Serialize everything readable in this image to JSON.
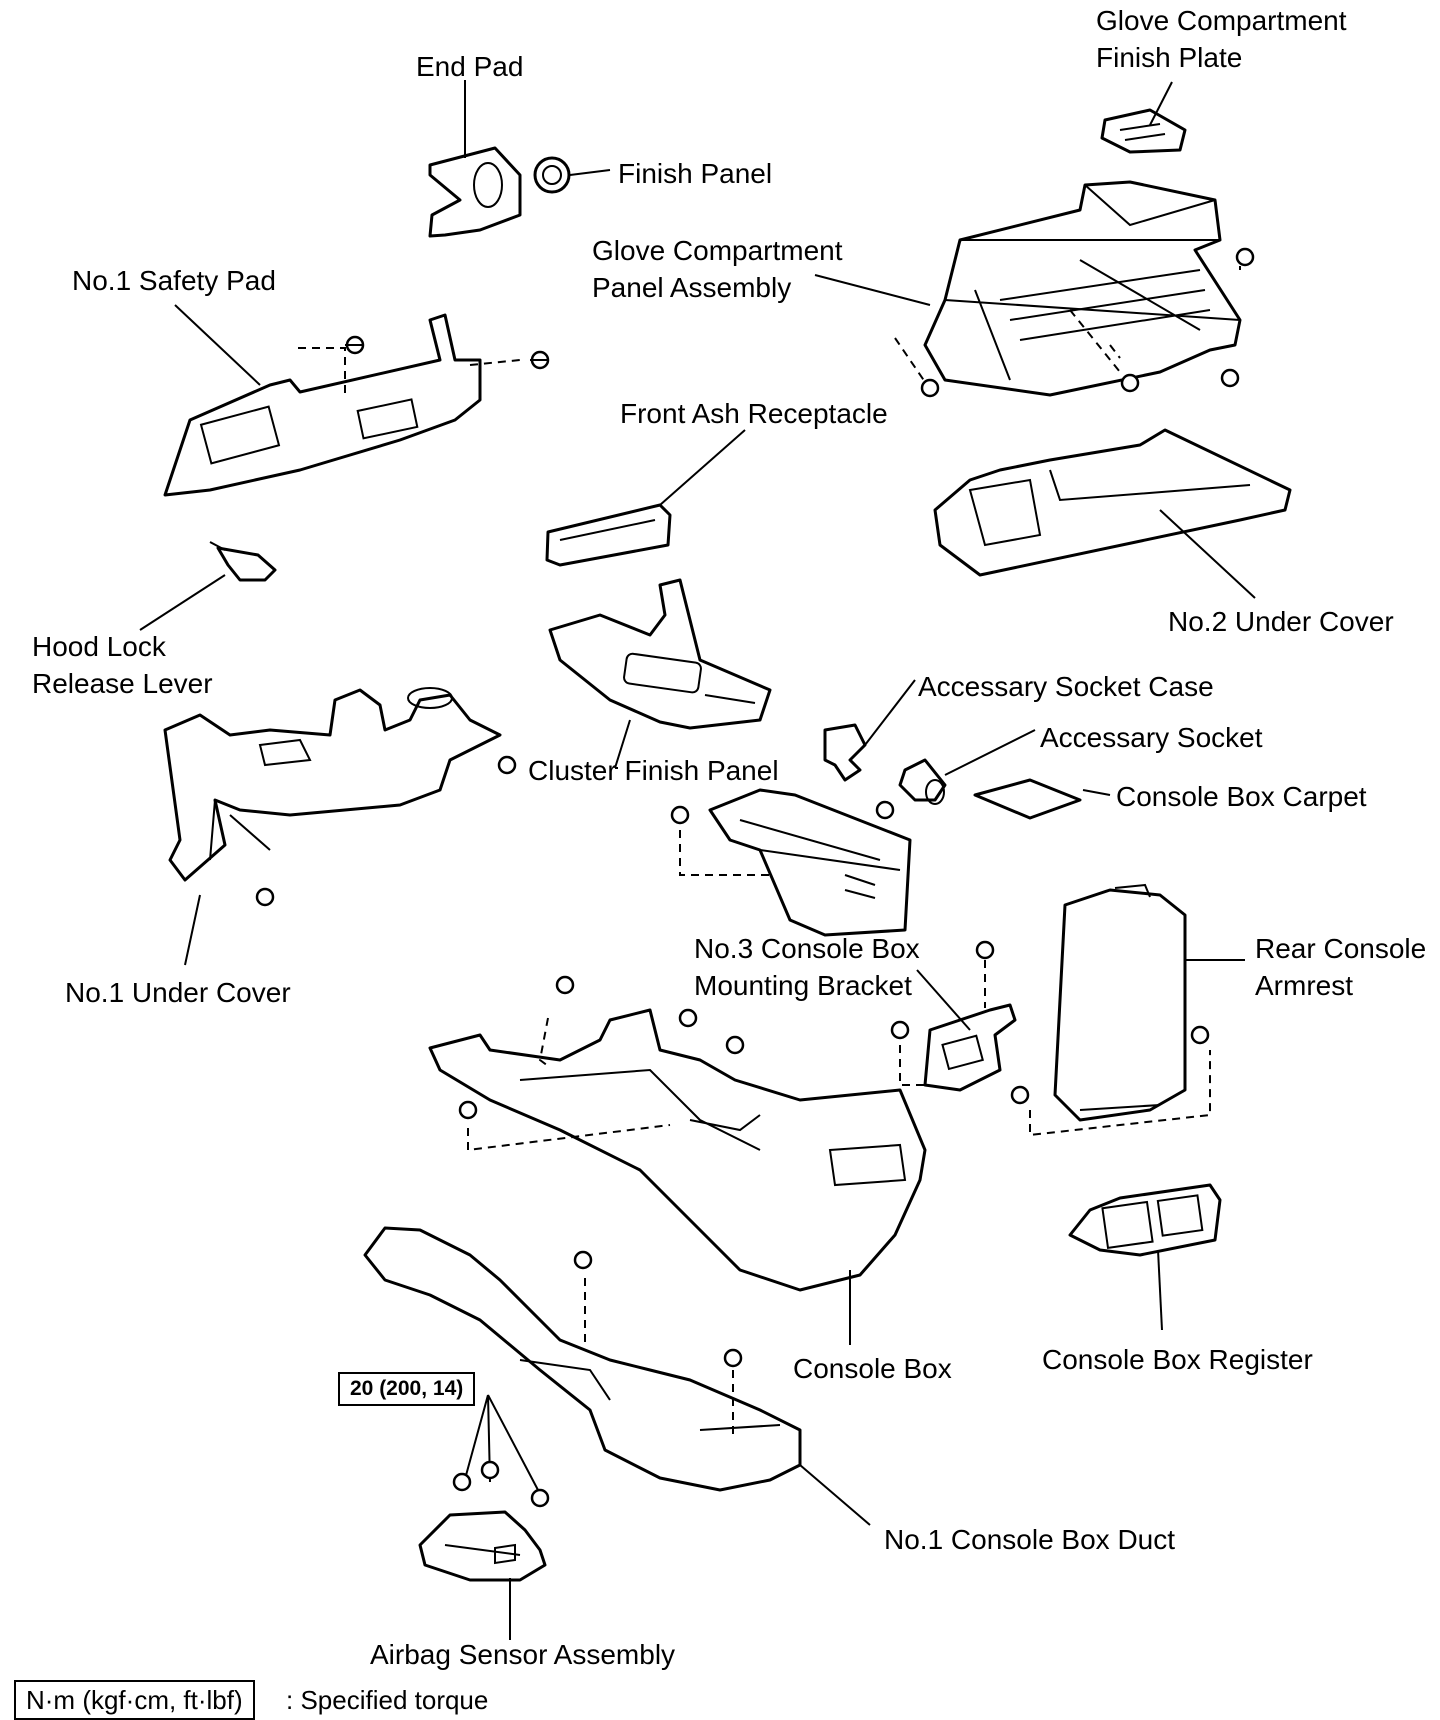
{
  "labels": {
    "glove_plate": [
      "Glove Compartment",
      "Finish Plate"
    ],
    "end_pad": [
      "End Pad"
    ],
    "finish_panel": [
      "Finish Panel"
    ],
    "glove_panel": [
      "Glove Compartment",
      "Panel Assembly"
    ],
    "safety_pad": [
      "No.1 Safety Pad"
    ],
    "ash_receptacle": [
      "Front Ash Receptacle"
    ],
    "under_cover_2": [
      "No.2 Under Cover"
    ],
    "hood_lock": [
      "Hood Lock",
      "Release Lever"
    ],
    "socket_case": [
      "Accessary Socket Case"
    ],
    "socket": [
      "Accessary Socket"
    ],
    "cluster_panel": [
      "Cluster Finish Panel"
    ],
    "carpet": [
      "Console Box Carpet"
    ],
    "mount_bracket": [
      "No.3 Console Box",
      "Mounting Bracket"
    ],
    "armrest": [
      "Rear Console",
      "Armrest"
    ],
    "under_cover_1": [
      "No.1 Under Cover"
    ],
    "console_box": [
      "Console Box"
    ],
    "console_register": [
      "Console Box Register"
    ],
    "duct": [
      "No.1 Console Box Duct"
    ],
    "airbag_sensor": [
      "Airbag Sensor Assembly"
    ]
  },
  "torque_spec": "20 (200, 14)",
  "legend": {
    "unit_box": "N·m (kgf·cm, ft·lbf)",
    "description": ": Specified torque"
  }
}
